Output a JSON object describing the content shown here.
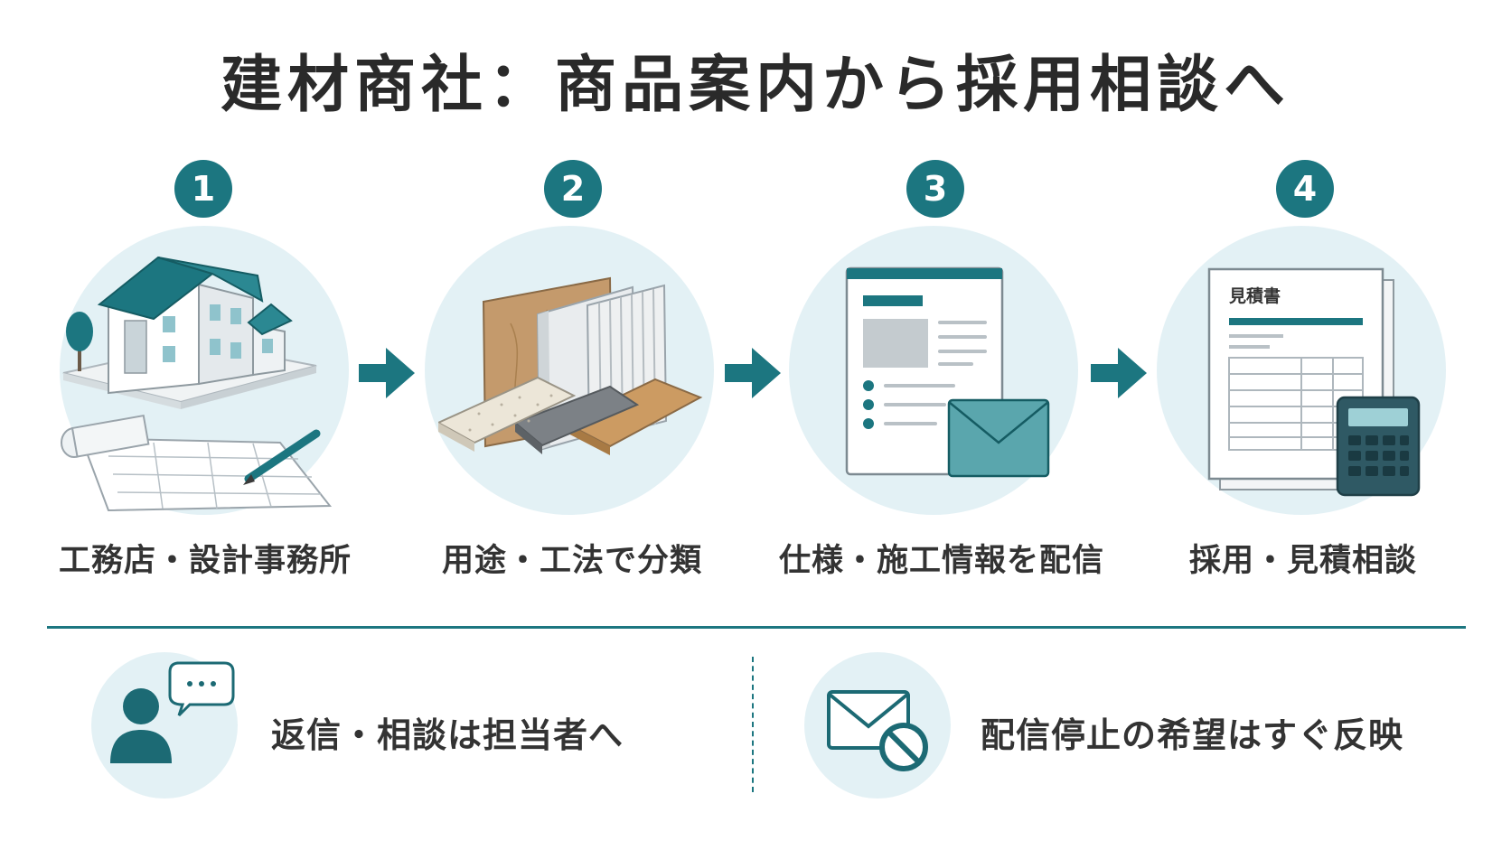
{
  "title": "建材商社：商品案内から採用相談へ",
  "steps": [
    {
      "number": "1",
      "label": "工務店・設計事務所",
      "icon": "house-blueprint-icon"
    },
    {
      "number": "2",
      "label": "用途・工法で分類",
      "icon": "building-materials-icon"
    },
    {
      "number": "3",
      "label": "仕様・施工情報を配信",
      "icon": "document-email-icon"
    },
    {
      "number": "4",
      "label": "採用・見積相談",
      "icon": "quote-calculator-icon"
    }
  ],
  "quote_doc_title": "見積書",
  "notes": [
    {
      "text": "返信・相談は担当者へ",
      "icon": "person-chat-icon"
    },
    {
      "text": "配信停止の希望はすぐ反映",
      "icon": "mail-unsubscribe-icon"
    }
  ],
  "colors": {
    "accent": "#1c7680",
    "circle_bg": "#e3f1f5",
    "text": "#2b2b2b"
  }
}
